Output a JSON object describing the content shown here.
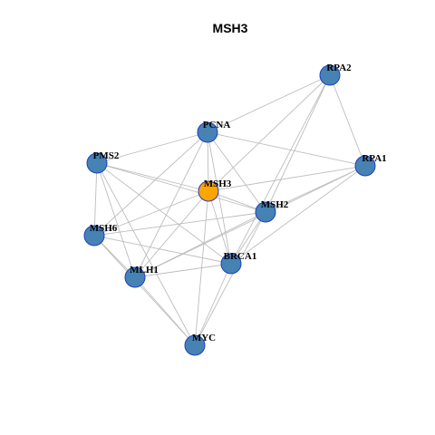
{
  "title": "MSH3",
  "colors": {
    "node_default": "#4682b4",
    "node_highlight": "#ffa500",
    "node_border": "#1f3fbf",
    "edge": "#bdbdbd"
  },
  "nodes": [
    {
      "id": "RPA2",
      "label": "RPA2",
      "highlight": false
    },
    {
      "id": "PCNA",
      "label": "PCNA",
      "highlight": false
    },
    {
      "id": "PMS2",
      "label": "PMS2",
      "highlight": false
    },
    {
      "id": "RPA1",
      "label": "RPA1",
      "highlight": false
    },
    {
      "id": "MSH3",
      "label": "MSH3",
      "highlight": true
    },
    {
      "id": "MSH2",
      "label": "MSH2",
      "highlight": false
    },
    {
      "id": "MSH6",
      "label": "MSH6",
      "highlight": false
    },
    {
      "id": "BRCA1",
      "label": "BRCA1",
      "highlight": false
    },
    {
      "id": "MLH1",
      "label": "MLH1",
      "highlight": false
    },
    {
      "id": "MYC",
      "label": "MYC",
      "highlight": false
    }
  ],
  "edges": [
    [
      "RPA2",
      "PCNA"
    ],
    [
      "RPA2",
      "RPA1"
    ],
    [
      "RPA2",
      "MSH3"
    ],
    [
      "RPA2",
      "MSH2"
    ],
    [
      "RPA2",
      "BRCA1"
    ],
    [
      "PCNA",
      "PMS2"
    ],
    [
      "PCNA",
      "RPA1"
    ],
    [
      "PCNA",
      "MSH3"
    ],
    [
      "PCNA",
      "MSH2"
    ],
    [
      "PCNA",
      "MSH6"
    ],
    [
      "PCNA",
      "BRCA1"
    ],
    [
      "PCNA",
      "MLH1"
    ],
    [
      "PMS2",
      "MSH3"
    ],
    [
      "PMS2",
      "MSH2"
    ],
    [
      "PMS2",
      "MSH6"
    ],
    [
      "PMS2",
      "MLH1"
    ],
    [
      "PMS2",
      "MYC"
    ],
    [
      "PMS2",
      "BRCA1"
    ],
    [
      "RPA1",
      "MSH3"
    ],
    [
      "RPA1",
      "MSH2"
    ],
    [
      "RPA1",
      "BRCA1"
    ],
    [
      "RPA1",
      "MLH1"
    ],
    [
      "MSH3",
      "MSH2"
    ],
    [
      "MSH3",
      "MSH6"
    ],
    [
      "MSH3",
      "BRCA1"
    ],
    [
      "MSH3",
      "MLH1"
    ],
    [
      "MSH3",
      "MYC"
    ],
    [
      "MSH2",
      "MSH6"
    ],
    [
      "MSH2",
      "BRCA1"
    ],
    [
      "MSH2",
      "MLH1"
    ],
    [
      "MSH2",
      "MYC"
    ],
    [
      "MSH6",
      "BRCA1"
    ],
    [
      "MSH6",
      "MLH1"
    ],
    [
      "MSH6",
      "MYC"
    ],
    [
      "BRCA1",
      "MLH1"
    ],
    [
      "BRCA1",
      "MYC"
    ],
    [
      "MLH1",
      "MYC"
    ]
  ]
}
